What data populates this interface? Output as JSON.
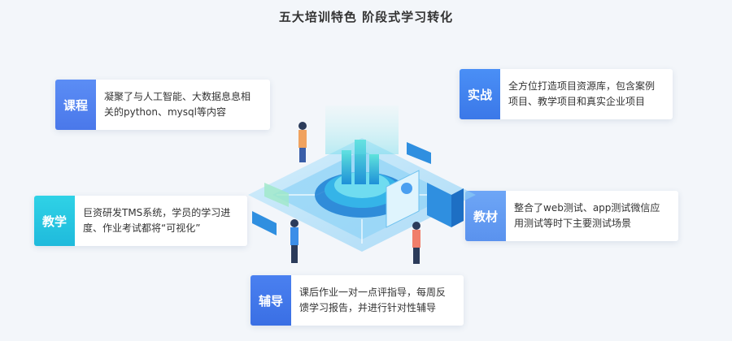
{
  "title": "五大培训特色 阶段式学习转化",
  "features": [
    {
      "label": "课程",
      "lines": [
        "凝聚了与人工智能、大数据息息相",
        "关的python、mysql等内容"
      ]
    },
    {
      "label": "实战",
      "lines": [
        "全方位打造项目资源库，包含案例",
        "项目、教学项目和真实企业项目"
      ]
    },
    {
      "label": "教学",
      "lines": [
        "巨资研发TMS系统，学员的学习进",
        "度、作业考试都将“可视化”"
      ]
    },
    {
      "label": "教材",
      "lines": [
        "整合了web测试、app测试微信应",
        "用测试等时下主要测试场景"
      ]
    },
    {
      "label": "辅导",
      "lines": [
        "课后作业一对一点评指导，每周反",
        "馈学习报告，并进行针对性辅导"
      ]
    }
  ],
  "colors": {
    "background": "#f3f6fa",
    "accent": "#4a78ea",
    "teal": "#1fbadc"
  }
}
